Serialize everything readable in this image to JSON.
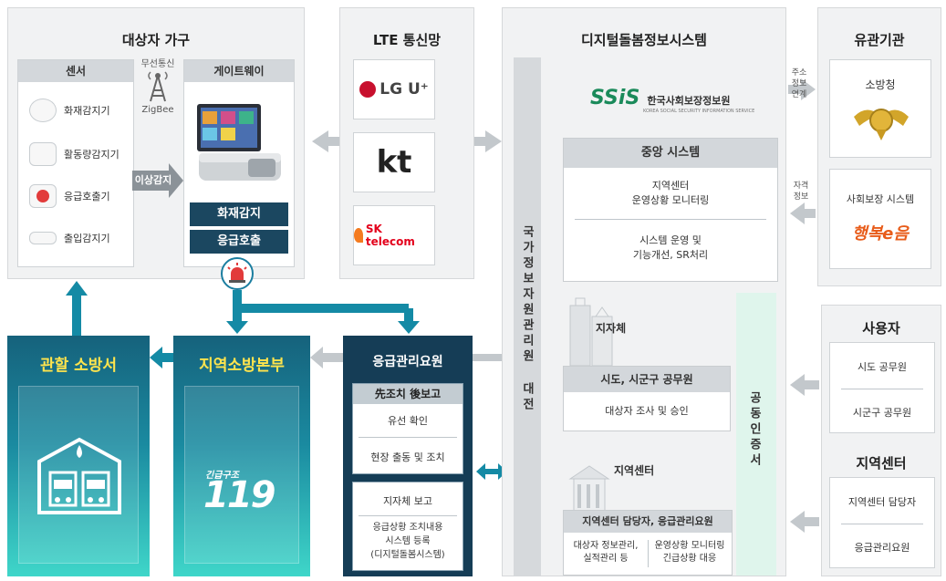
{
  "household": {
    "title": "대상자 가구",
    "sensor_head": "센서",
    "sensors": [
      "화재감지기",
      "활동량감지기",
      "응급호출기",
      "출입감지기"
    ],
    "wireless": "무선통신",
    "zigbee": "ZigBee",
    "anomaly": "이상감지",
    "gateway_head": "게이트웨이",
    "gateway_items": [
      "화재감지",
      "응급호출"
    ]
  },
  "lte": {
    "title": "LTE 통신망",
    "carriers": [
      "LG U⁺",
      "kt",
      "SK telecom"
    ]
  },
  "dcis": {
    "title": "디지털돌봄정보시스템",
    "ssis_logo": "SSiS",
    "ssis_name": "한국사회보장정보원",
    "ssis_sub": "KOREA SOCIAL SECURITY INFORMATION SERVICE",
    "nirs": "국가정보자원관리원 대전",
    "central_head": "중앙 시스템",
    "central_1": "지역센터\n운영상황 모니터링",
    "central_2": "시스템 운영 및\n기능개선, SR처리",
    "local_gov": "지자체",
    "officials_head": "시도, 시군구 공무원",
    "officials_task": "대상자 조사 및 승인",
    "regional": "지역센터",
    "staff_head": "지역센터 담당자, 응급관리요원",
    "staff_task_1": "대상자 정보관리,\n실적관리 등",
    "staff_task_2": "운영상황 모니터링\n긴급상황 대응",
    "cert": "공동인증서"
  },
  "agencies": {
    "title": "유관기관",
    "fire_agency": "소방청",
    "addr_info": "주소\n정보\n연계",
    "qual_info": "자격\n정보",
    "welfare": "사회보장 시스템",
    "welfare_logo": "행복e음"
  },
  "users": {
    "title": "사용자",
    "items": [
      "시도 공무원",
      "시군구 공무원"
    ],
    "center_title": "지역센터",
    "center_items": [
      "지역센터 담당자",
      "응급관리요원"
    ]
  },
  "fire_station": {
    "title": "관할 소방서"
  },
  "hq": {
    "title": "지역소방본부",
    "logo_top": "긴급구조",
    "logo_num": "119"
  },
  "emergency": {
    "title": "응급관리요원",
    "box1_head": "先조치 後보고",
    "box1_items": [
      "유선 확인",
      "현장 출동 및 조치"
    ],
    "box2_items": [
      "지자체 보고",
      "응급상황 조치내용\n시스템 등록\n(디지털돌봄시스템)"
    ]
  },
  "colors": {
    "navy": "#1b4760",
    "teal": "#1a8aa0",
    "yellow": "#ffe44d",
    "mint": "#dff5ec",
    "arrow": "#c3c8cc"
  }
}
